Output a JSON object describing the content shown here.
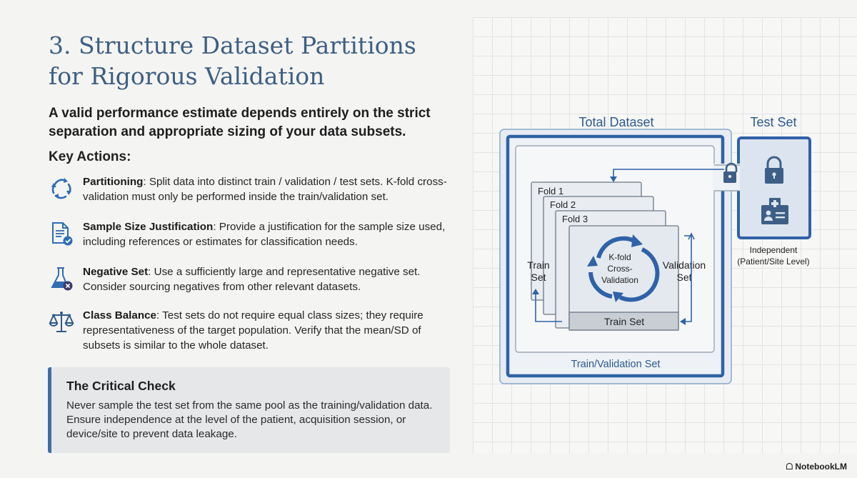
{
  "title": "3. Structure Dataset Partitions\nfor Rigorous Validation",
  "subtitle": "A valid performance estimate depends entirely on the strict\nseparation and appropriate sizing of your data subsets.",
  "key_actions_heading": "Key Actions:",
  "actions": [
    {
      "icon": "cycle-arrows-icon",
      "label": "Partitioning",
      "text": ": Split data into distinct train / validation / test sets. K-fold cross-validation must only be performed inside the train/validation set."
    },
    {
      "icon": "document-check-icon",
      "label": "Sample Size Justification",
      "text": ": Provide a justification for the sample size used, including references or estimates for classification needs."
    },
    {
      "icon": "flask-x-icon",
      "label": "Negative Set",
      "text": ": Use a sufficiently large and representative negative set. Consider sourcing negatives from other relevant datasets."
    },
    {
      "icon": "balance-scale-icon",
      "label": "Class Balance",
      "text": ": Test sets do not require equal class sizes; they require representativeness of the target population. Verify that the mean/SD of subsets is similar to the whole dataset."
    }
  ],
  "callout": {
    "heading": "The Critical Check",
    "body": "Never sample the test set from the same pool as the training/validation data. Ensure independence at the level of the patient, acquisition session, or device/site to prevent data leakage."
  },
  "diagram": {
    "total_dataset_label": "Total Dataset",
    "test_set_label": "Test Set",
    "train_validation_set_label": "Train/Validation Set",
    "folds": [
      "Fold 1",
      "Fold 2",
      "Fold 3"
    ],
    "train_label_line1": "Train",
    "train_label_line2": "Set",
    "validation_label_line1": "Validation",
    "validation_label_line2": "Set",
    "kfold_line1": "K-fold",
    "kfold_line2": "Cross-",
    "kfold_line3": "Validation",
    "train_set_bar": "Train Set",
    "independent_line1": "Independent",
    "independent_line2": "(Patient/Site Level)"
  },
  "brand": "NotebookLM",
  "colors": {
    "title": "#3e5f82",
    "accent_blue": "#2f62a7",
    "light_blue_fill": "#dbe4ef",
    "icon_blue": "#2f6db3"
  }
}
